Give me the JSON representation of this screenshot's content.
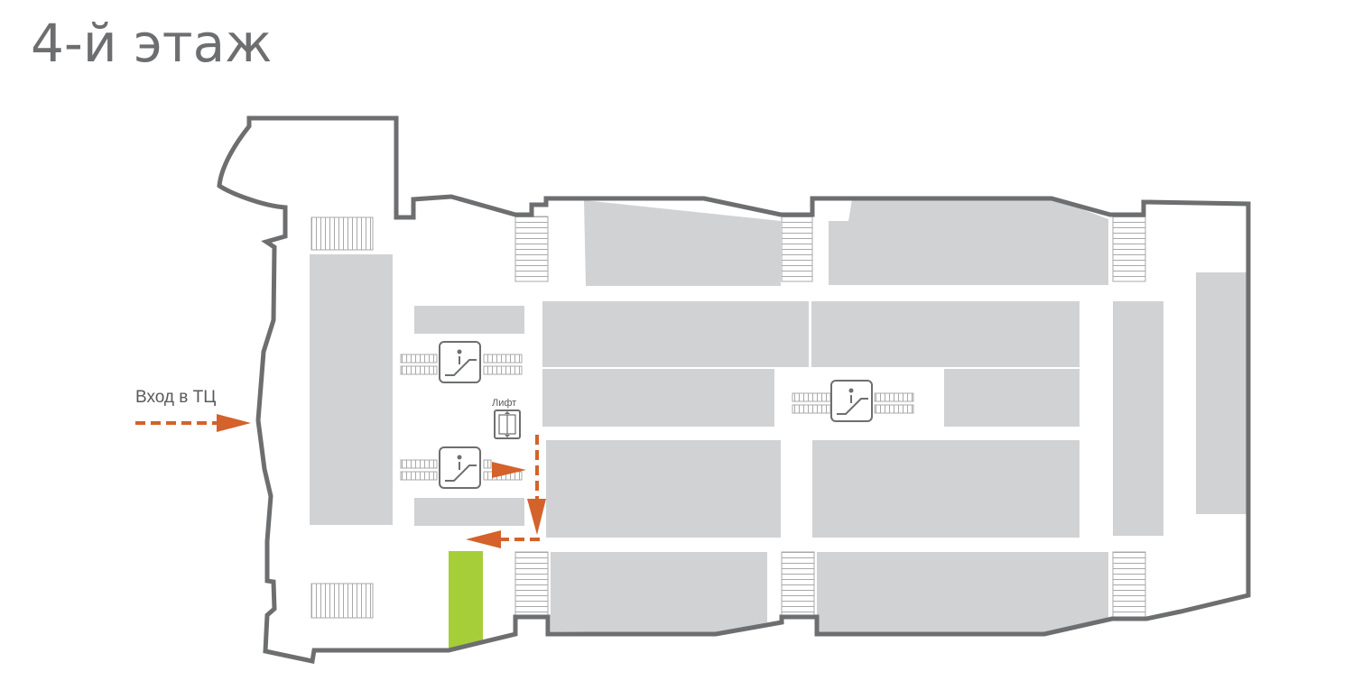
{
  "floor_title": "4-й этаж",
  "entrance_label": "Вход в ТЦ",
  "lift_label": "Лифт",
  "colors": {
    "wall": "#6d6e70",
    "store": "#d1d2d4",
    "highlight_store": "#a6ce39",
    "route": "#d4622a",
    "text": "#6d6e70"
  },
  "icons": [
    "escalator-icon",
    "escalator-icon",
    "escalator-icon",
    "elevator-icon"
  ]
}
